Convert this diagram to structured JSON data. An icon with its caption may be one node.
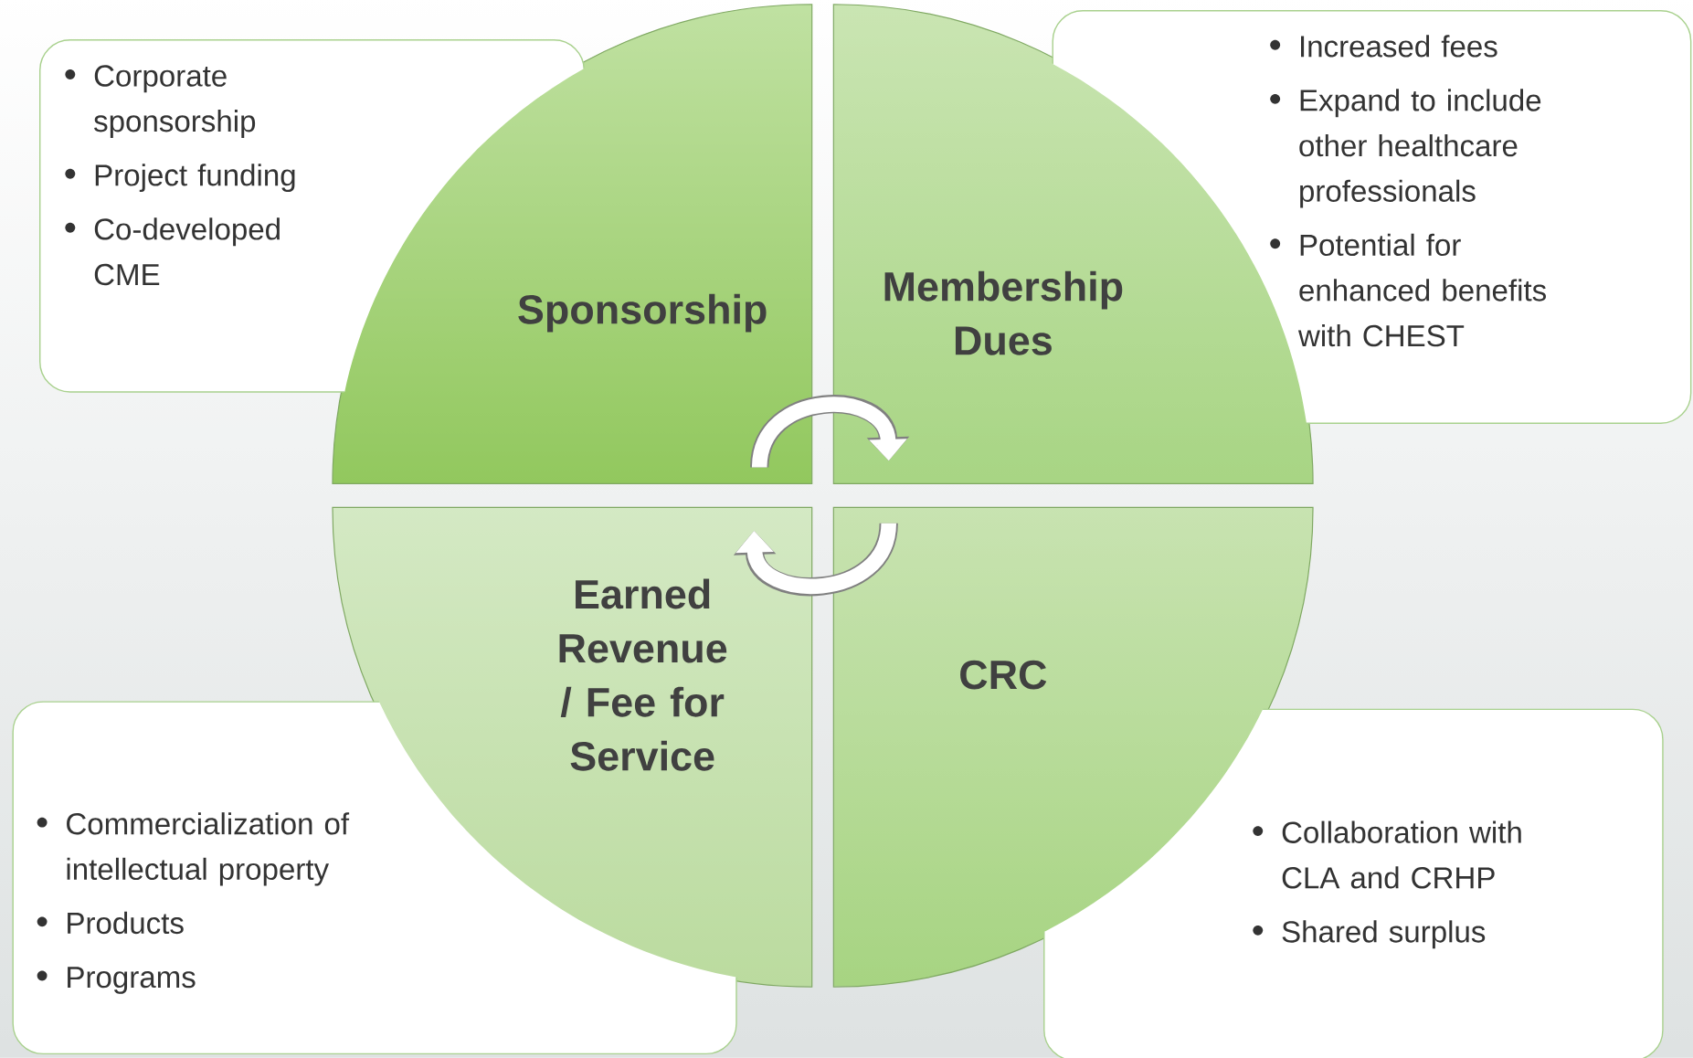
{
  "diagram": {
    "nodes": [
      {
        "text": [
          "Sponsorship"
        ]
      },
      {
        "text": [
          "Membership Dues"
        ]
      },
      {
        "text": [
          "Earned Revenue / Fee for Service"
        ]
      },
      {
        "text": [
          "CRC"
        ]
      },
      {
        "text": [
          "Corporate sponsorship",
          "Project funding",
          "Co-developed CME"
        ]
      },
      {
        "text": [
          "Increased fees",
          "Expand to include other healthcare professionals",
          "Potential for enhanced benefits with CHEST"
        ]
      },
      {
        "text": [
          "Commercialization of intellectual property",
          "Products",
          "Programs"
        ]
      },
      {
        "text": [
          "Collaboration with CLA and CRHP",
          "Shared surplus"
        ]
      }
    ],
    "edges": [
      {
        "from": 0,
        "to": 1,
        "arrow": "to"
      },
      {
        "from": 3,
        "to": 2,
        "arrow": "to"
      }
    ]
  }
}
